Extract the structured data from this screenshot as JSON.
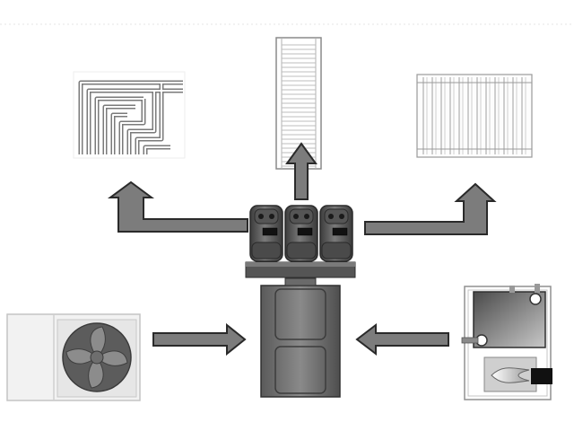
{
  "diagram": {
    "type": "heating-system-schematic",
    "colors": {
      "background": "#ffffff",
      "arrow_fill": "#7c7c7c",
      "arrow_stroke": "#2a2a2a",
      "pipe_stroke": "#777777",
      "component_dark": "#4a4a4a",
      "component_mid": "#6a6a6a",
      "component_light": "#b5b5b5",
      "outline": "#909090"
    },
    "components": [
      {
        "id": "underfloor-heating",
        "icon": "underfloor-heating-icon",
        "role": "output"
      },
      {
        "id": "towel-radiator",
        "icon": "towel-radiator-icon",
        "role": "output"
      },
      {
        "id": "panel-radiator",
        "icon": "panel-radiator-icon",
        "role": "output"
      },
      {
        "id": "pump-station",
        "icon": "pump-group-icon",
        "role": "hub"
      },
      {
        "id": "buffer-tank",
        "icon": "storage-tank-icon",
        "role": "hub"
      },
      {
        "id": "heat-pump",
        "icon": "heat-pump-icon",
        "role": "input"
      },
      {
        "id": "boiler",
        "icon": "boiler-icon",
        "role": "input"
      }
    ],
    "connections": [
      {
        "from": "pump-station",
        "to": "underfloor-heating"
      },
      {
        "from": "pump-station",
        "to": "towel-radiator"
      },
      {
        "from": "pump-station",
        "to": "panel-radiator"
      },
      {
        "from": "heat-pump",
        "to": "buffer-tank"
      },
      {
        "from": "boiler",
        "to": "buffer-tank"
      }
    ]
  }
}
